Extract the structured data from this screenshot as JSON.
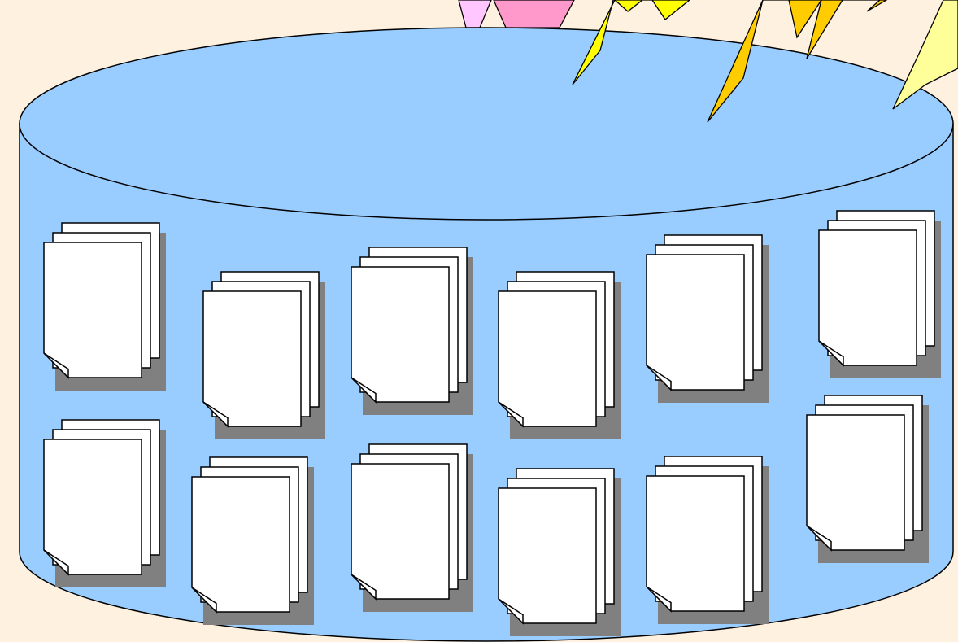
{
  "colors": {
    "background": "#FFF1DF",
    "cylinder_fill": "#99CCFF",
    "outline": "#000000",
    "document_fill": "#FFFFFF",
    "shadow": "#808080",
    "beam_light_pink": "#FFC6FF",
    "beam_pink": "#FF99CC",
    "bolt_yellow": "#FFFF00",
    "bolt_orange": "#FFCC00",
    "bolt_pale_yellow": "#FFFF99"
  },
  "diagram": {
    "container_shape": "cylinder",
    "document_stack_count": 12,
    "pages_per_stack": 3,
    "incoming_elements": [
      "light-pink-beam",
      "pink-beam",
      "yellow-bolt",
      "orange-bolt",
      "pale-yellow-bolt"
    ]
  }
}
